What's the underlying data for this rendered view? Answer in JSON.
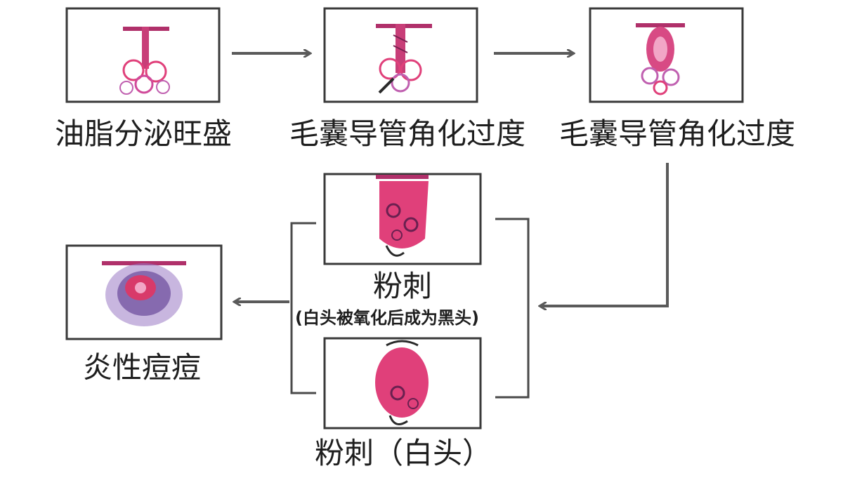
{
  "diagram": {
    "steps": [
      {
        "id": "seborrhea",
        "label": "油脂分泌旺盛",
        "illustration": "follicle-sebum-icon"
      },
      {
        "id": "keratinization-1",
        "label": "毛囊导管角化过度",
        "illustration": "follicle-duct-keratin-icon"
      },
      {
        "id": "keratinization-2",
        "label": "毛囊导管角化过度",
        "illustration": "follicle-plug-icon"
      },
      {
        "id": "comedone-open",
        "label": "粉刺",
        "note": "(白头被氧化后成为黑头)",
        "illustration": "follicle-comedone-icon"
      },
      {
        "id": "comedone-closed",
        "label": "粉刺（白头）",
        "illustration": "follicle-whitehead-icon"
      },
      {
        "id": "inflamed",
        "label": "炎性痘痘",
        "illustration": "follicle-inflamed-icon"
      }
    ],
    "colors": {
      "sebum": "#e0407a",
      "follicle": "#b0306a",
      "inflammation": "#6a4a9a",
      "arrow": "#5a5a5a",
      "border": "#3a3a3a"
    }
  }
}
